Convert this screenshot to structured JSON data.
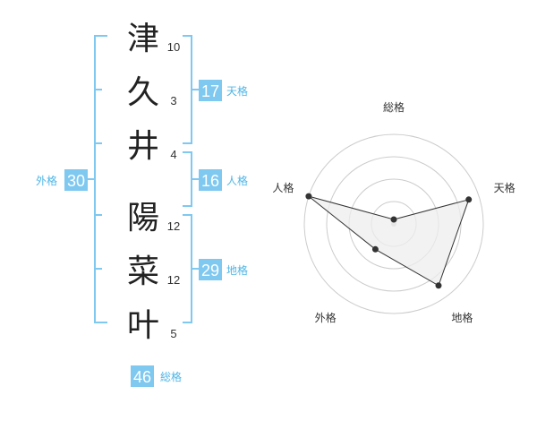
{
  "name_chars": [
    {
      "char": "津",
      "strokes": "10"
    },
    {
      "char": "久",
      "strokes": "3"
    },
    {
      "char": "井",
      "strokes": "4"
    },
    {
      "char": "陽",
      "strokes": "12"
    },
    {
      "char": "菜",
      "strokes": "12"
    },
    {
      "char": "叶",
      "strokes": "5"
    }
  ],
  "kaku": {
    "tenkaku": {
      "value": "17",
      "label": "天格"
    },
    "jinkaku": {
      "value": "16",
      "label": "人格"
    },
    "chikaku": {
      "value": "29",
      "label": "地格"
    },
    "gaikaku": {
      "value": "30",
      "label": "外格"
    },
    "soukaku": {
      "value": "46",
      "label": "総格"
    }
  },
  "colors": {
    "bracket": "#7fc8f0",
    "badge_bg": "#7fc8f0",
    "badge_label": "#4fb5e6",
    "radar_fill": "#eeeeee",
    "radar_ring": "#cccccc",
    "point": "#333333"
  },
  "chart_data": {
    "type": "radar",
    "axes": [
      "総格",
      "天格",
      "地格",
      "外格",
      "人格"
    ],
    "values": [
      0.05,
      0.88,
      0.85,
      0.35,
      1.0
    ],
    "rings": 4
  }
}
